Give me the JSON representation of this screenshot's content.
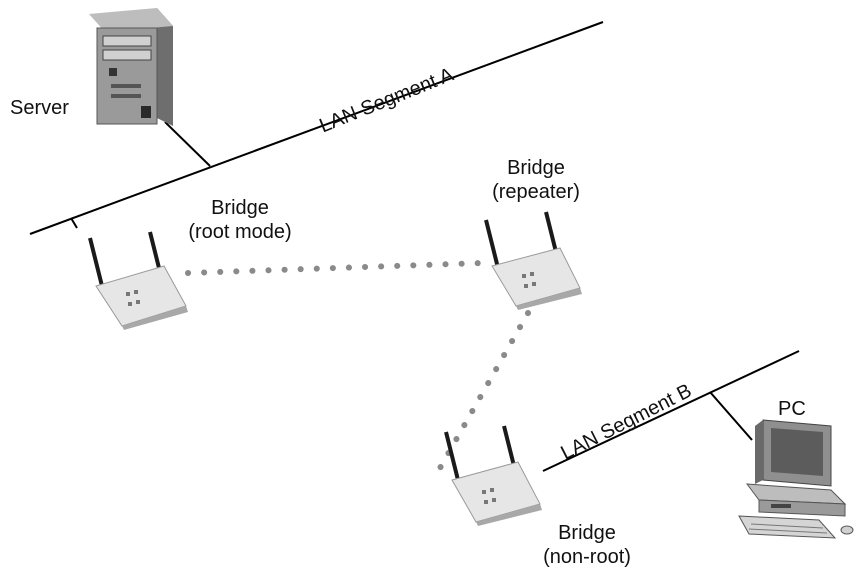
{
  "diagram": {
    "segment_a": {
      "label": "LAN Segment A"
    },
    "segment_b": {
      "label": "LAN Segment B"
    },
    "server": {
      "label": "Server"
    },
    "pc": {
      "label": "PC"
    },
    "bridge_root": {
      "title": "Bridge",
      "mode": "(root mode)"
    },
    "bridge_repeater": {
      "title": "Bridge",
      "mode": "(repeater)"
    },
    "bridge_nonroot": {
      "title": "Bridge",
      "mode": "(non-root)"
    },
    "colors": {
      "line": "#000000",
      "wireless_link": "#8a8a8a",
      "device_body": "#e6e6e6",
      "device_shadow": "#a8a8a8",
      "antenna": "#1a1a1a"
    },
    "icons": [
      "server-icon",
      "bridge-icon",
      "pc-icon"
    ]
  }
}
